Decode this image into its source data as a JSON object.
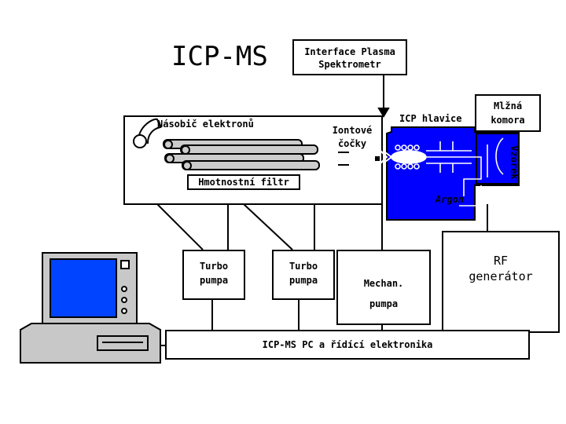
{
  "title": "ICP-MS",
  "interface": {
    "line1": "Interface Plasma",
    "line2": "Spektrometr"
  },
  "multiplier": "Násobič elektronů",
  "ion_lenses": {
    "line1": "Iontové",
    "line2": "čočky"
  },
  "icp_head": "ICP hlavice",
  "nebulizer": {
    "line1": "Mlžná",
    "line2": "komora"
  },
  "sample": "Vzorek",
  "mass_filter": "Hmotnostní filtr",
  "argon": "Argon",
  "turbo_pump_1": {
    "line1": "Turbo",
    "line2": "pumpa"
  },
  "turbo_pump_2": {
    "line1": "Turbo",
    "line2": "pumpa"
  },
  "mech_pump": {
    "line1": "Mechan.",
    "line2": "pumpa"
  },
  "rf_generator": {
    "line1": "RF",
    "line2": "generátor"
  },
  "pc_electronics": "ICP-MS PC a řídící elektronika",
  "colors": {
    "plasma_blue": "#0000ff",
    "rod_gray": "#cccccc",
    "screen_blue": "#0044ff",
    "computer_gray": "#c8c8c8",
    "stroke": "#000000"
  }
}
